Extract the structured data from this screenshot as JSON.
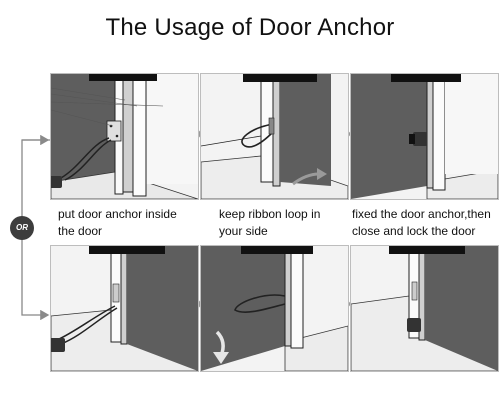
{
  "title": "The Usage of Door Anchor",
  "or_label": "OR",
  "captions": {
    "step1": [
      "put door anchor inside",
      "the door"
    ],
    "step2": [
      "keep ribbon loop in",
      "your side"
    ],
    "step3": [
      "fixed the door anchor,then",
      "close and lock the door"
    ]
  },
  "colors": {
    "door": "#5c5c5c",
    "wall": "#f2f2f2",
    "outline": "#222222",
    "arrow": "#777777"
  }
}
